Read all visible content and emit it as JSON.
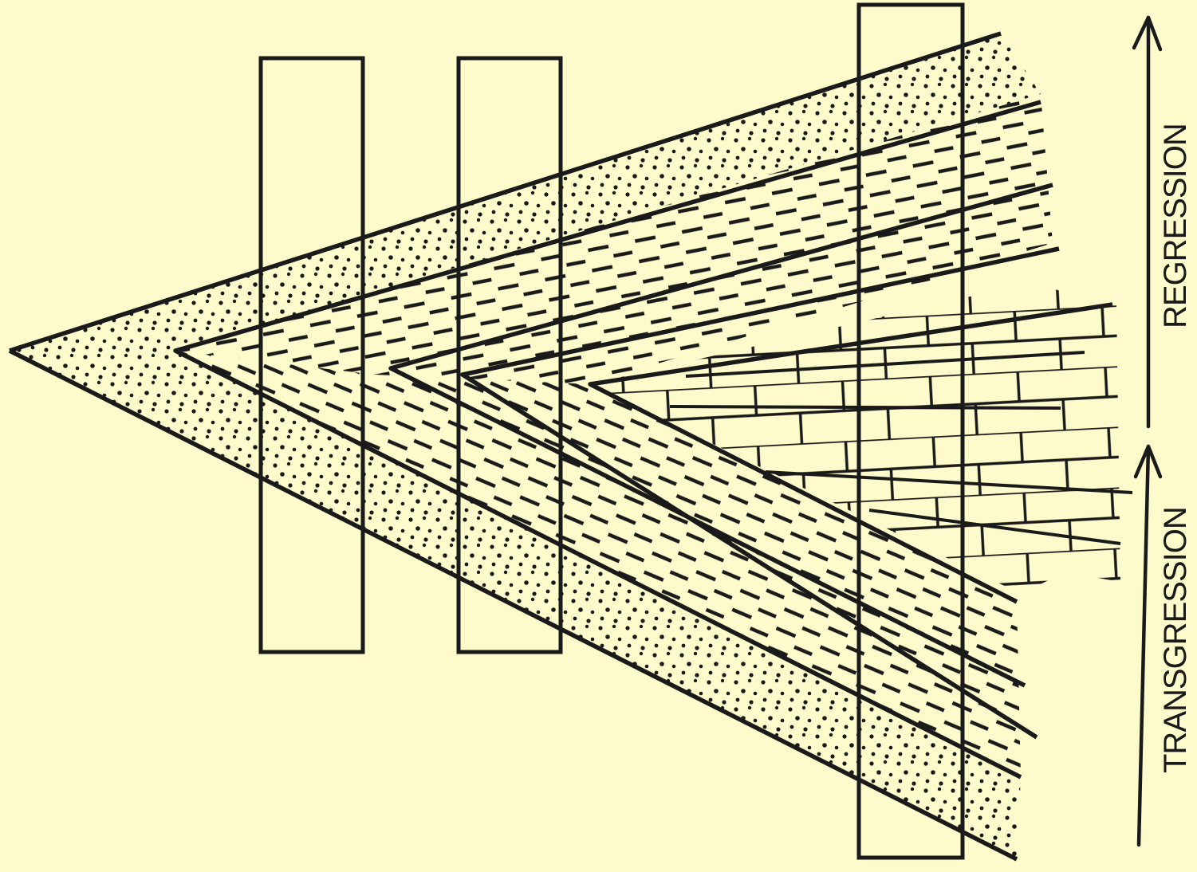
{
  "labels": {
    "regression": "REGRESSION",
    "transgression": "TRANSGRESSION"
  },
  "colors": {
    "background": "#fdfbcb",
    "ink": "#1a1a1a"
  },
  "patterns": [
    "sandstone-dots",
    "shale-dashes",
    "limestone-bricks"
  ]
}
